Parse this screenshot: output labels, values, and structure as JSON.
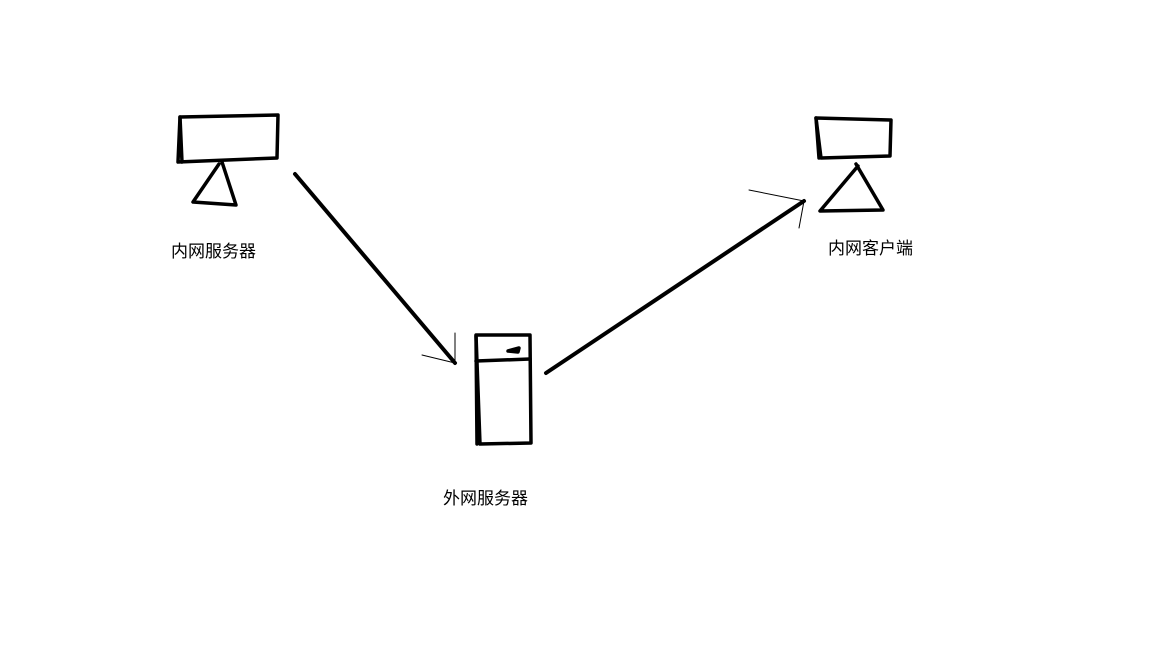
{
  "diagram": {
    "nodes": [
      {
        "id": "inner-server",
        "label": "内网服务器",
        "kind": "monitor"
      },
      {
        "id": "outer-server",
        "label": "外网服务器",
        "kind": "tower"
      },
      {
        "id": "inner-client",
        "label": "内网客户端",
        "kind": "monitor"
      }
    ],
    "edges": [
      {
        "from": "inner-server",
        "to": "outer-server",
        "arrow": "end"
      },
      {
        "from": "outer-server",
        "to": "inner-client",
        "arrow": "end"
      }
    ],
    "colors": {
      "ink": "#000000",
      "background": "#ffffff"
    }
  }
}
